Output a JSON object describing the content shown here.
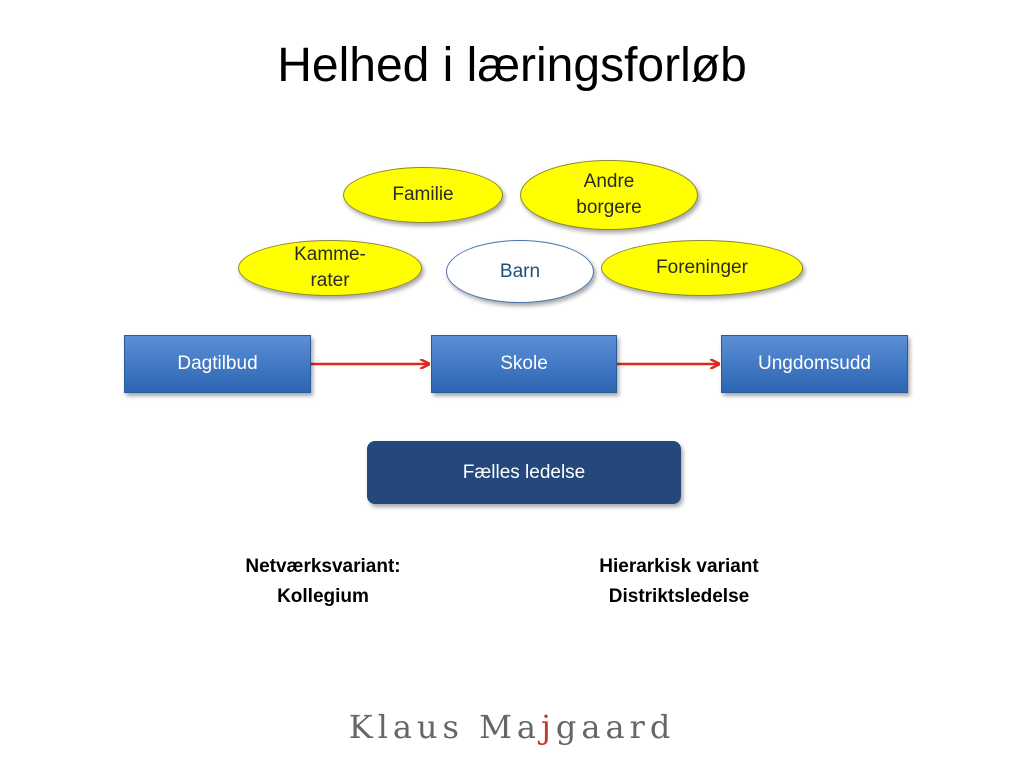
{
  "title": "Helhed i læringsforløb",
  "ellipses": {
    "familie": "Familie",
    "andre_line1": "Andre",
    "andre_line2": "borgere",
    "kamme_line1": "Kamme-",
    "kamme_line2": "rater",
    "barn": "Barn",
    "foreninger": "Foreninger"
  },
  "flow": {
    "dagtilbud": "Dagtilbud",
    "skole": "Skole",
    "ungdomsudd": "Ungdomsudd"
  },
  "leadership": "Fælles ledelse",
  "variants": {
    "left_line1": "Netværksvariant:",
    "left_line2": "Kollegium",
    "right_line1": "Hierarkisk variant",
    "right_line2": "Distriktsledelse"
  },
  "footer": {
    "part1": "Klaus Ma",
    "accent": "j",
    "part2": "gaard"
  },
  "colors": {
    "ellipse_fill": "#ffff00",
    "box_blue": "#3a74c4",
    "lead_blue": "#24487c",
    "arrow_red": "#e0281f"
  }
}
